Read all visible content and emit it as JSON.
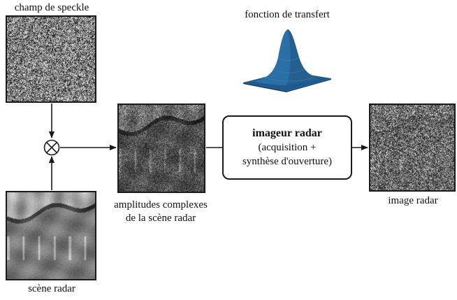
{
  "labels": {
    "speckle": "champ de speckle",
    "transfer": "fonction de transfert",
    "scene": "scène radar",
    "amplitudes_line1": "amplitudes complexes",
    "amplitudes_line2": "de la scène radar",
    "output": "image radar"
  },
  "imager_box": {
    "title": "imageur radar",
    "line1": "(acquisition +",
    "line2": "synthèse d'ouverture)"
  },
  "multiply_symbol": "⊗",
  "colors": {
    "line": "#1a1a1a",
    "transfer_surface": "#2a6fa6",
    "transfer_base": "#1e5a8c"
  },
  "icons": {
    "multiplier": "multiply-circle-icon",
    "transfer": "gaussian-surface-icon"
  }
}
